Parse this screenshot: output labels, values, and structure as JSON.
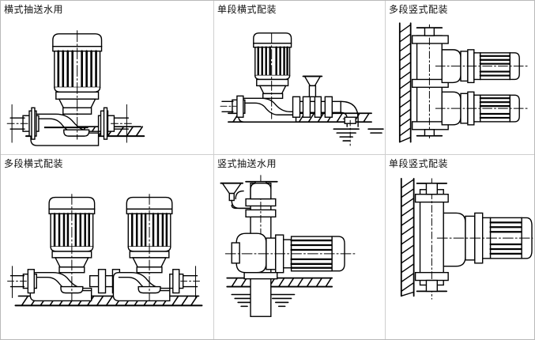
{
  "sheet": {
    "title": "",
    "background": "#ffffff",
    "border_color": "#b9b9b9",
    "grid_line_color": "#cfcfcf",
    "ink_color": "#000000",
    "columns": 3,
    "rows": 2
  },
  "panels": [
    {
      "id": "panel-1",
      "caption": "横式抽送水用",
      "layout": "horizontal-suction-delivery",
      "motor_orientation": "vertical",
      "pump_count": 1,
      "has_ground_hatch": true,
      "has_water_level": false,
      "has_wall": false,
      "has_funnel": false
    },
    {
      "id": "panel-2",
      "caption": "单段横式配装",
      "layout": "single-stage-horizontal-mount",
      "motor_orientation": "vertical",
      "pump_count": 1,
      "has_ground_hatch": true,
      "has_water_level": true,
      "has_wall": false,
      "has_funnel": true
    },
    {
      "id": "panel-3",
      "caption": "多段竖式配装",
      "layout": "multi-stage-vertical-mount",
      "motor_orientation": "horizontal",
      "pump_count": 2,
      "has_ground_hatch": false,
      "has_water_level": false,
      "has_wall": true,
      "has_funnel": false
    },
    {
      "id": "panel-4",
      "caption": "多段横式配装",
      "layout": "multi-stage-horizontal-mount",
      "motor_orientation": "vertical",
      "pump_count": 2,
      "has_ground_hatch": true,
      "has_water_level": false,
      "has_wall": false,
      "has_funnel": false
    },
    {
      "id": "panel-5",
      "caption": "竖式抽送水用",
      "layout": "vertical-suction-delivery",
      "motor_orientation": "horizontal",
      "pump_count": 1,
      "has_ground_hatch": true,
      "has_water_level": true,
      "has_wall": false,
      "has_funnel": true
    },
    {
      "id": "panel-6",
      "caption": "单段竖式配装",
      "layout": "single-stage-vertical-mount",
      "motor_orientation": "horizontal",
      "pump_count": 1,
      "has_ground_hatch": false,
      "has_water_level": false,
      "has_wall": true,
      "has_funnel": false
    }
  ]
}
